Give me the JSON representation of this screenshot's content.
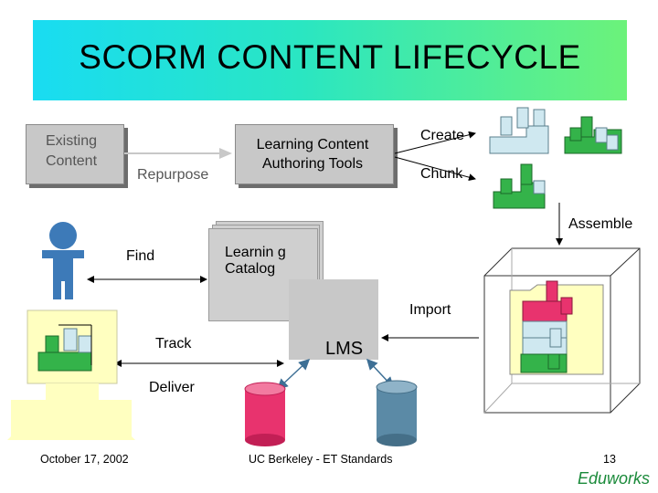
{
  "slide": {
    "title": "SCORM CONTENT LIFECYCLE",
    "nodes": {
      "existing_content": "Existing Content",
      "authoring_tools": "Learning Content Authoring Tools",
      "learning_catalog": "Learnin g Catalog",
      "lms": "LMS"
    },
    "labels": {
      "repurpose": "Repurpose",
      "create": "Create",
      "chunk": "Chunk",
      "assemble": "Assemble",
      "find": "Find",
      "import": "Import",
      "track": "Track",
      "deliver": "Deliver"
    },
    "footer": {
      "date": "October 17, 2002",
      "org": "UC Berkeley - ET Standards",
      "page": "13",
      "brand": "Eduworks"
    },
    "colors": {
      "title_gradient_start": "#19dcf2",
      "title_gradient_end": "#6cf27a",
      "person_blue": "#3d7ab8",
      "computer_yellow": "#ffffc0",
      "db_pink": "#e8336e",
      "db_steel": "#5b8aa6",
      "block_green": "#34b34a",
      "block_lightblue": "#cfe8f0",
      "brand_green": "#1a8a3a"
    }
  }
}
